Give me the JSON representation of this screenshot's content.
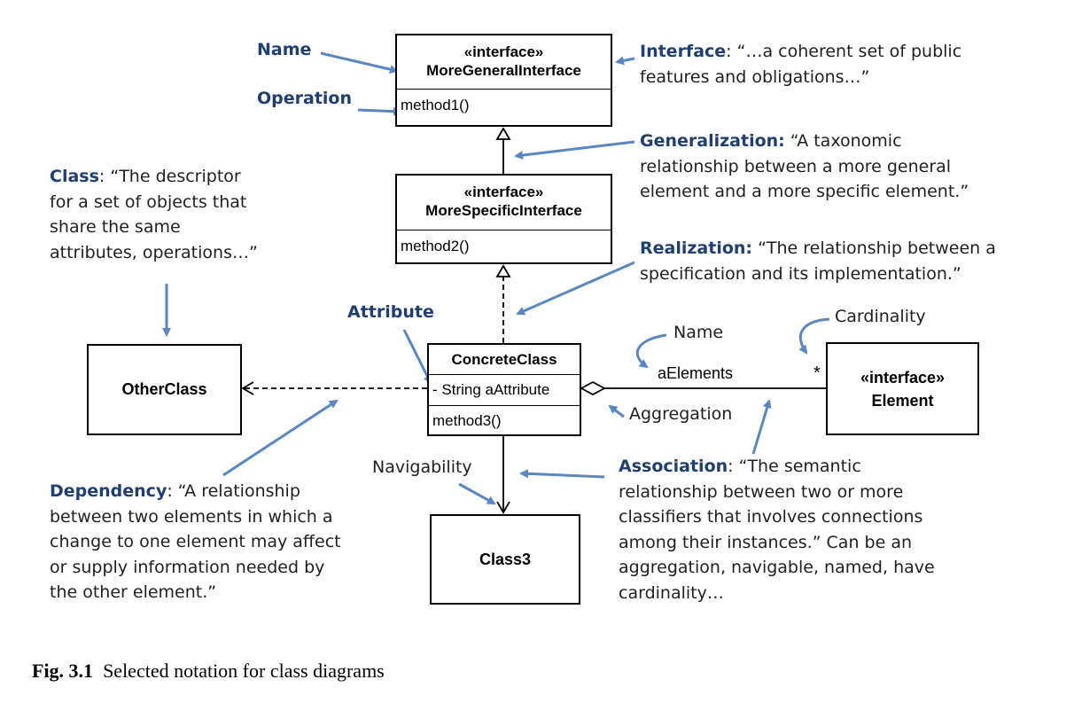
{
  "classes": {
    "more_general": {
      "stereotype": "«interface»",
      "name": "MoreGeneralInterface",
      "operation": "method1()"
    },
    "more_specific": {
      "stereotype": "«interface»",
      "name": "MoreSpecificInterface",
      "operation": "method2()"
    },
    "concrete": {
      "name": "ConcreteClass",
      "attribute": "- String aAttribute",
      "operation": "method3()"
    },
    "other": {
      "name": "OtherClass"
    },
    "class3": {
      "name": "Class3"
    },
    "element": {
      "stereotype": "«interface»",
      "name": "Element"
    }
  },
  "diagram_labels": {
    "role_name": "aElements",
    "multiplicity": "*"
  },
  "callouts": {
    "name_tag": "Name",
    "operation_tag": "Operation",
    "attribute_tag": "Attribute",
    "interface": {
      "term": "Interface",
      "line1": ": “…a coherent set of public",
      "line2": "features and obligations…”"
    },
    "generalization": {
      "term": "Generalization:",
      "line1": " “A taxonomic",
      "line2": "relationship between a more general",
      "line3": "element and a more specific element.”"
    },
    "realization": {
      "term": "Realization:",
      "line1": " “The relationship between a",
      "line2": "specification and its implementation.”"
    },
    "class": {
      "term": "Class",
      "line1": ": “The descriptor",
      "line2": "for a set of objects that",
      "line3": "share the same",
      "line4": "attributes, operations…”"
    },
    "assoc_name": "Name",
    "cardinality": "Cardinality",
    "aggregation": "Aggregation",
    "navigability": "Navigability",
    "association": {
      "term": "Association",
      "line1": ":  “The semantic",
      "line2": "relationship between two or more",
      "line3": "classifiers that involves connections",
      "line4": "among their instances.”  Can be an",
      "line5": "aggregation, navigable, named, have",
      "line6": "cardinality…"
    },
    "dependency": {
      "term": "Dependency",
      "line1": ": “A relationship",
      "line2": "between two elements in which a",
      "line3": "change to one element may affect",
      "line4": "or supply information needed by",
      "line5": "the other element.”"
    }
  },
  "caption": {
    "label": "Fig. 3.1",
    "text": "Selected notation for class diagrams"
  },
  "colors": {
    "callout_arrow": "#5b87c0",
    "term_text": "#1f3f6f"
  }
}
